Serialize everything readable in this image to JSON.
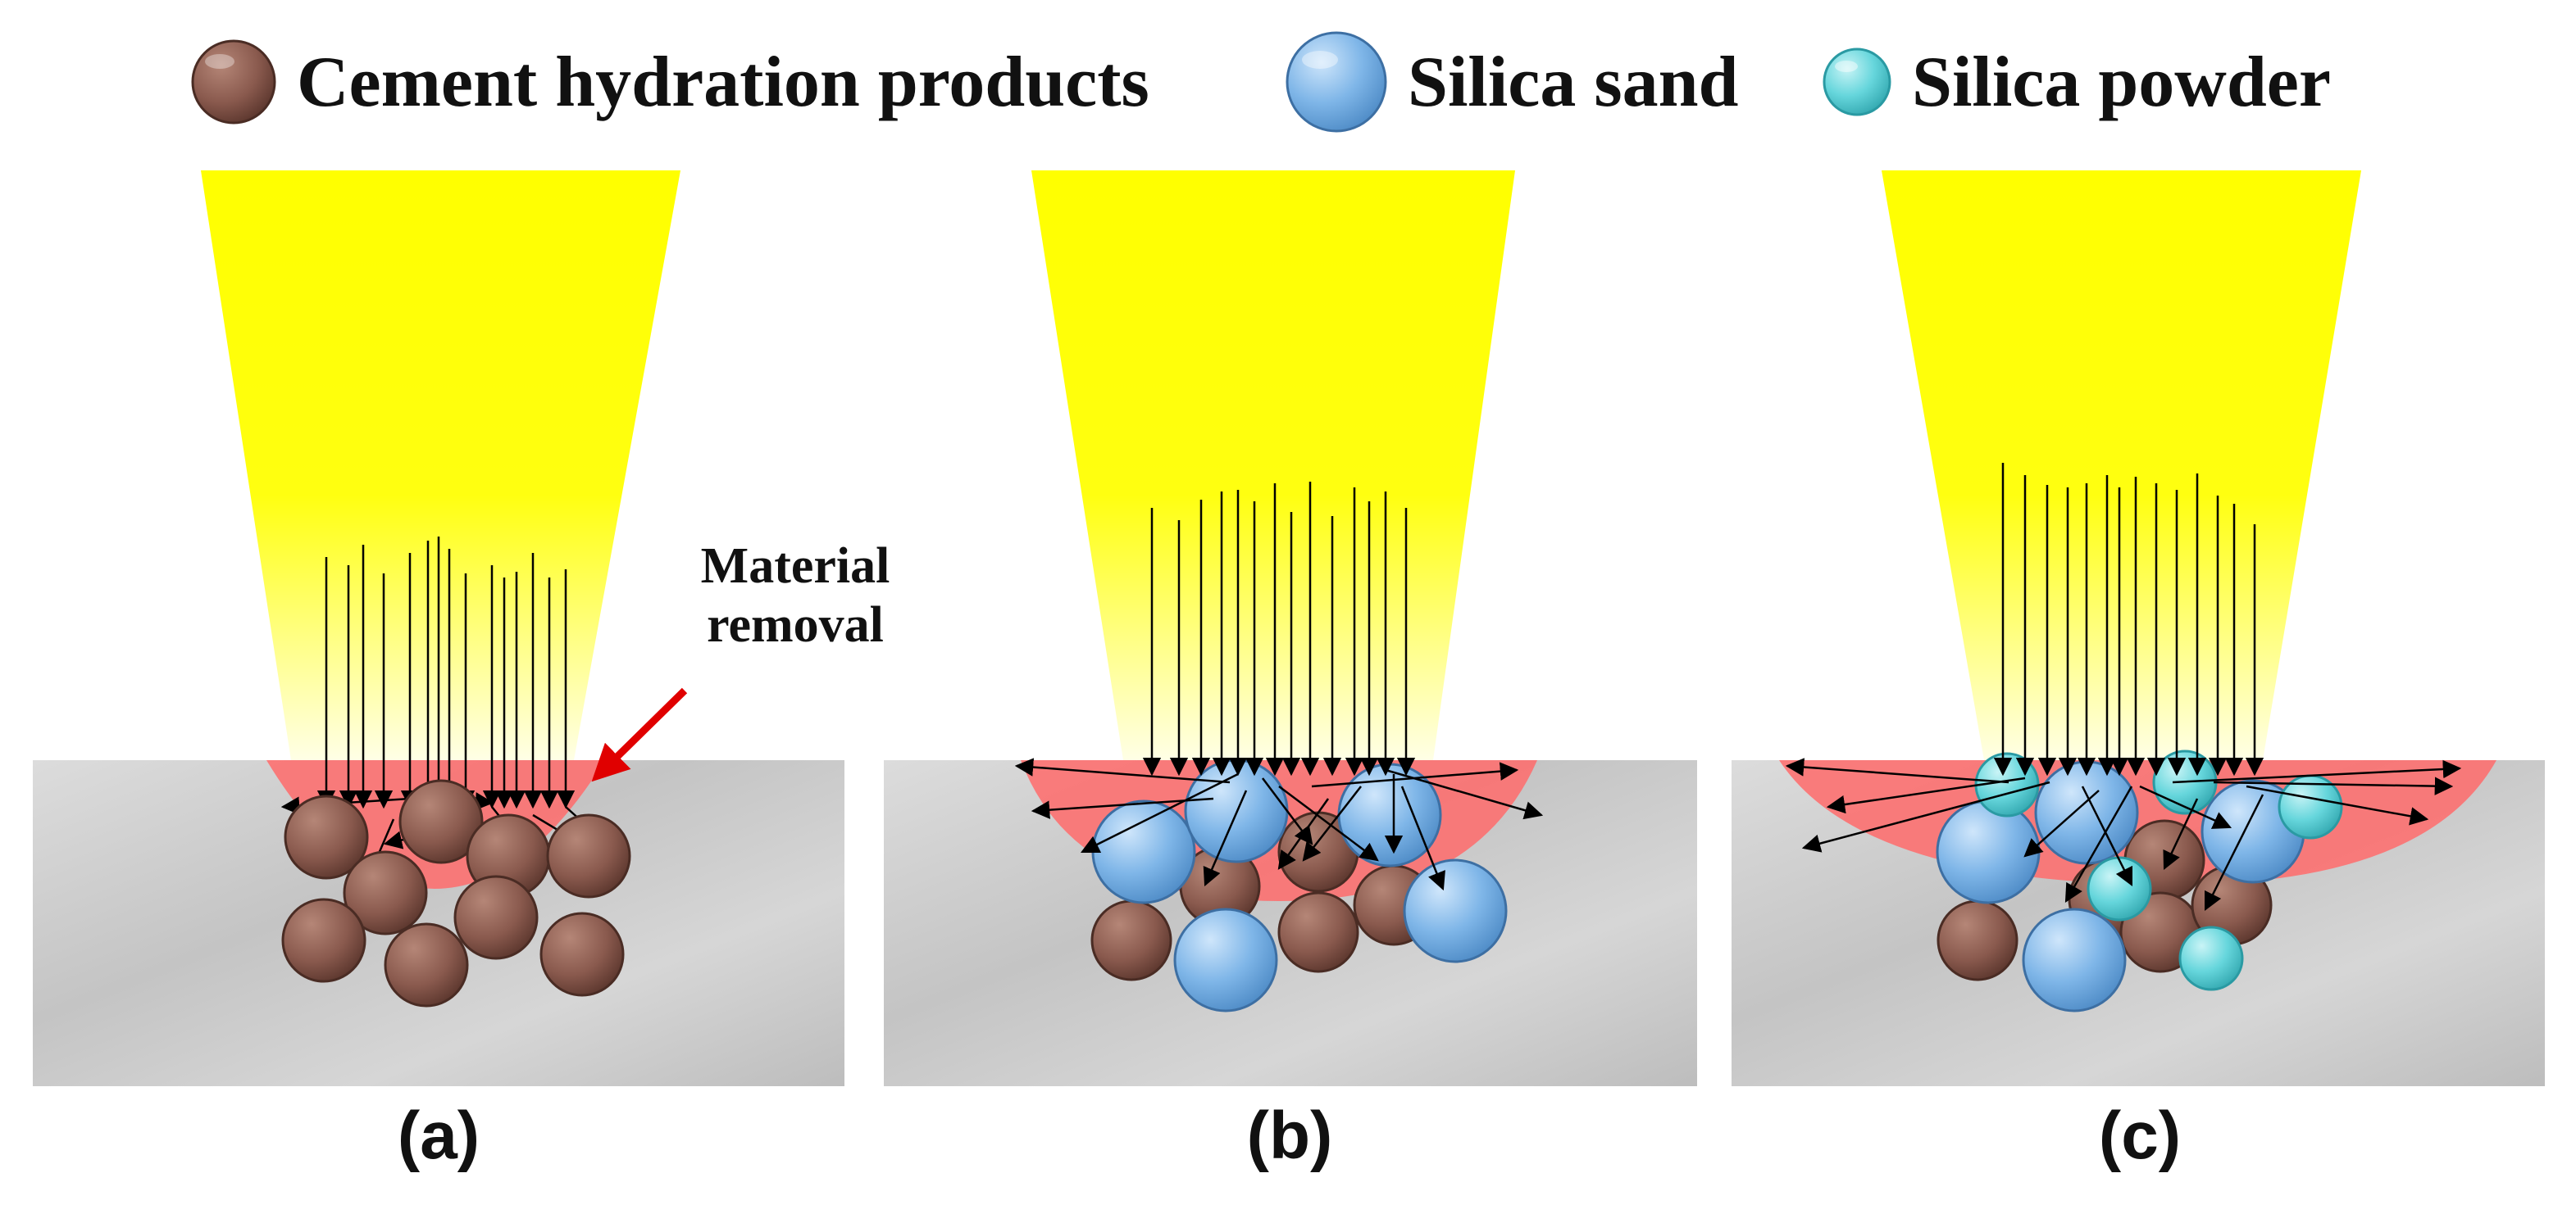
{
  "legend": {
    "cement": "Cement hydration products",
    "sand": "Silica sand",
    "powder": "Silica powder"
  },
  "annotation": {
    "line1": "Material",
    "line2": "removal"
  },
  "captions": [
    "(a)",
    "(b)",
    "(c)"
  ],
  "colors": {
    "beam": "#ffff00",
    "removal_zone": "#ff6b6b",
    "substrate": "#cfcfcf",
    "cement": "#8a5a4e",
    "sand": "#7fb6e8",
    "powder": "#66d6dc",
    "pointer": "#e00000"
  }
}
